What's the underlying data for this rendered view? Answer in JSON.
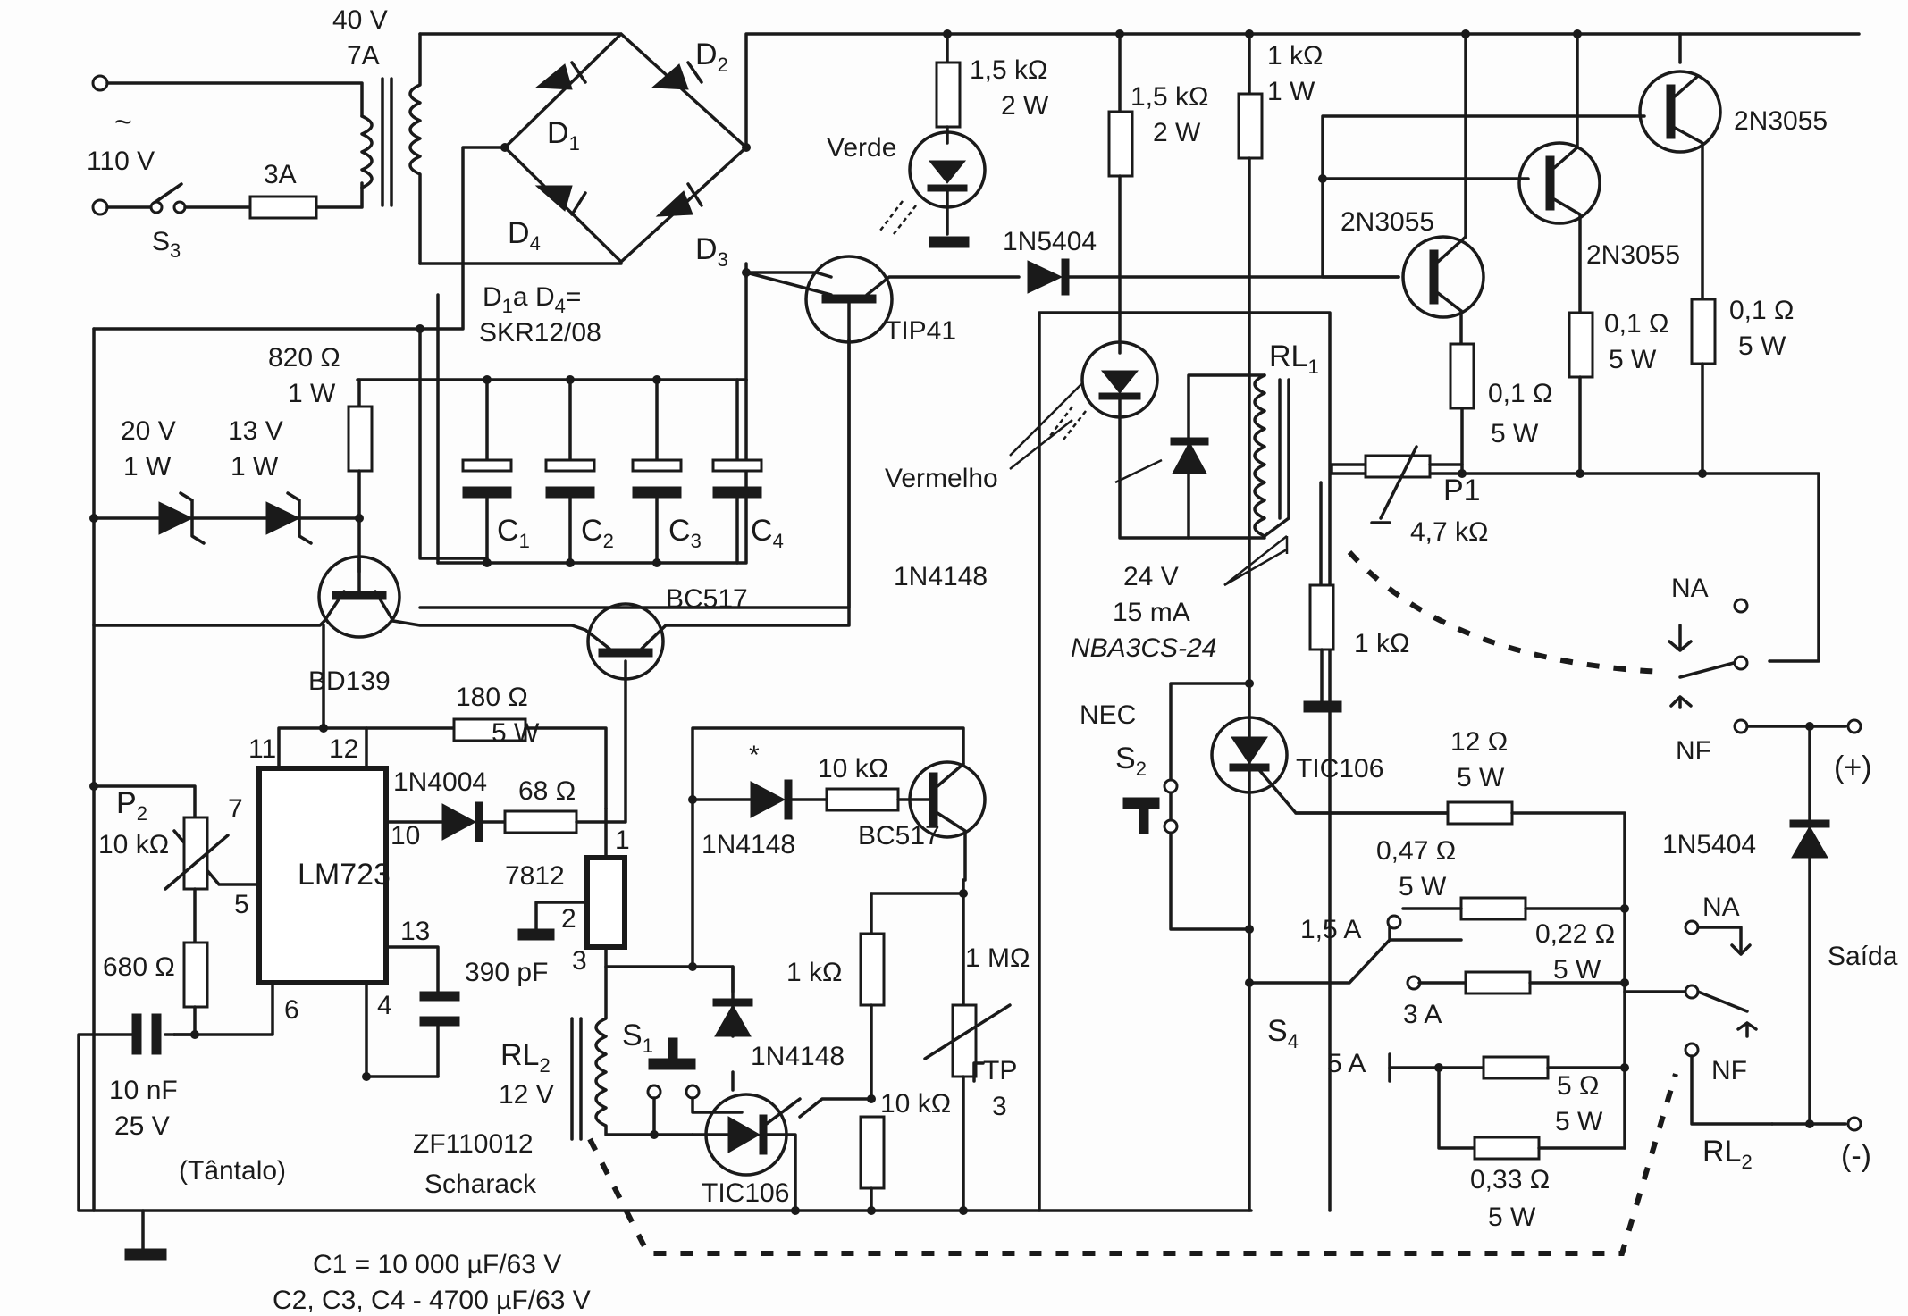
{
  "transformer": {
    "voltage": "40 V",
    "current": "7A"
  },
  "mains": {
    "symbol": "~",
    "voltage": "110 V",
    "fuse": "3A",
    "switch": "S",
    "switch_sub": "3"
  },
  "bridge": {
    "d1": "D",
    "d1_sub": "1",
    "d2": "D",
    "d2_sub": "2",
    "d3": "D",
    "d3_sub": "3",
    "d4": "D",
    "d4_sub": "4",
    "note_a": "D",
    "note_a_sub": "1",
    "note_b": "a D",
    "note_b_sub": "4",
    "note_c": "=",
    "note_part": "SKR12/08"
  },
  "top_resistors": {
    "r_green_val": "1,5 kΩ",
    "r_green_pwr": "2 W",
    "r_red_val": "1,5 kΩ",
    "r_red_pwr": "2 W",
    "r_1k_val": "1 kΩ",
    "r_1k_pwr": "1 W"
  },
  "leds": {
    "green": "Verde",
    "red": "Vermelho"
  },
  "diodes": {
    "d_series": "1N5404",
    "d_relay": "1N4148",
    "d_out": "1N5404",
    "d_lm": "1N4004",
    "d_osc": "1N4148",
    "d_star": "*",
    "d_rl2": "1N4148"
  },
  "transistors": {
    "tip41": "TIP41",
    "q_a": "2N3055",
    "q_b": "2N3055",
    "q_c": "2N3055",
    "bc517_a": "BC517",
    "bc517_b": "BC517",
    "bd139": "BD139"
  },
  "emitter_resistors": {
    "r1_val": "0,1 Ω",
    "r1_pwr": "5 W",
    "r2_val": "0,1 Ω",
    "r2_pwr": "5 W",
    "r3_val": "0,1 Ω",
    "r3_pwr": "5 W"
  },
  "pot_p1": {
    "name": "P1",
    "val": "4,7 kΩ"
  },
  "relay_rl1": {
    "name": "RL",
    "name_sub": "1",
    "voltage": "24 V",
    "current": "15 mA",
    "part": "NBA3CS-24",
    "na": "NA",
    "nf": "NF"
  },
  "zeners": {
    "z1_v": "20 V",
    "z1_p": "1 W",
    "z2_v": "13 V",
    "z2_p": "1 W"
  },
  "r820": {
    "val": "820 Ω",
    "pwr": "1 W"
  },
  "caps": {
    "c1": "C",
    "c1_sub": "1",
    "c2": "C",
    "c2_sub": "2",
    "c3": "C",
    "c3_sub": "3",
    "c4": "C",
    "c4_sub": "4"
  },
  "r180": {
    "val": "180 Ω",
    "pwr": "5 W"
  },
  "lm723": {
    "name": "LM723",
    "p11": "11",
    "p12": "12",
    "p7": "7",
    "p10": "10",
    "p5": "5",
    "p13": "13",
    "p6": "6",
    "p4": "4"
  },
  "pot_p2": {
    "name": "P",
    "name_sub": "2",
    "val": "10 kΩ"
  },
  "r680": "680 Ω",
  "r68": "68 Ω",
  "reg7812": {
    "name": "7812",
    "p1": "1",
    "p2": "2",
    "p3": "3"
  },
  "c390": "390 pF",
  "c10n": {
    "val": "10 nF",
    "volt": "25 V",
    "type": "(Tântalo)"
  },
  "relay_rl2": {
    "name": "RL",
    "name_sub": "2",
    "voltage": "12 V",
    "part": "ZF110012",
    "maker": "Scharack",
    "na": "NA",
    "nf": "NF",
    "label_out": "RL",
    "label_out_sub": "2"
  },
  "s1": {
    "name": "S",
    "name_sub": "1"
  },
  "s2": {
    "name": "NEC",
    "sw": "S",
    "sw_sub": "2"
  },
  "osc": {
    "r10k": "10 kΩ",
    "r1k": "1 kΩ",
    "r10k_b": "10 kΩ",
    "trim": "1 MΩ",
    "tp": "TP",
    "tp_n": "3"
  },
  "scr": {
    "a": "TIC106",
    "b": "TIC106"
  },
  "r_relay_1k": "1 kΩ",
  "s4": {
    "name": "S",
    "name_sub": "4",
    "r12_val": "12 Ω",
    "r12_pwr": "5 W",
    "r047_val": "0,47 Ω",
    "r047_pwr": "5 W",
    "r022_val": "0,22 Ω",
    "r022_pwr": "5 W",
    "r5_val": "5 Ω",
    "r5_pwr": "5 W",
    "r033_val": "0,33 Ω",
    "r033_pwr": "5 W",
    "pos1": "1,5 A",
    "pos2": "3 A",
    "pos3": "5 A"
  },
  "output": {
    "plus": "(+)",
    "minus": "(-)",
    "label": "Saída"
  },
  "notes": {
    "line1": "C1 = 10 000 µF/63 V",
    "line2": "C2, C3, C4 - 4700 µF/63 V"
  }
}
